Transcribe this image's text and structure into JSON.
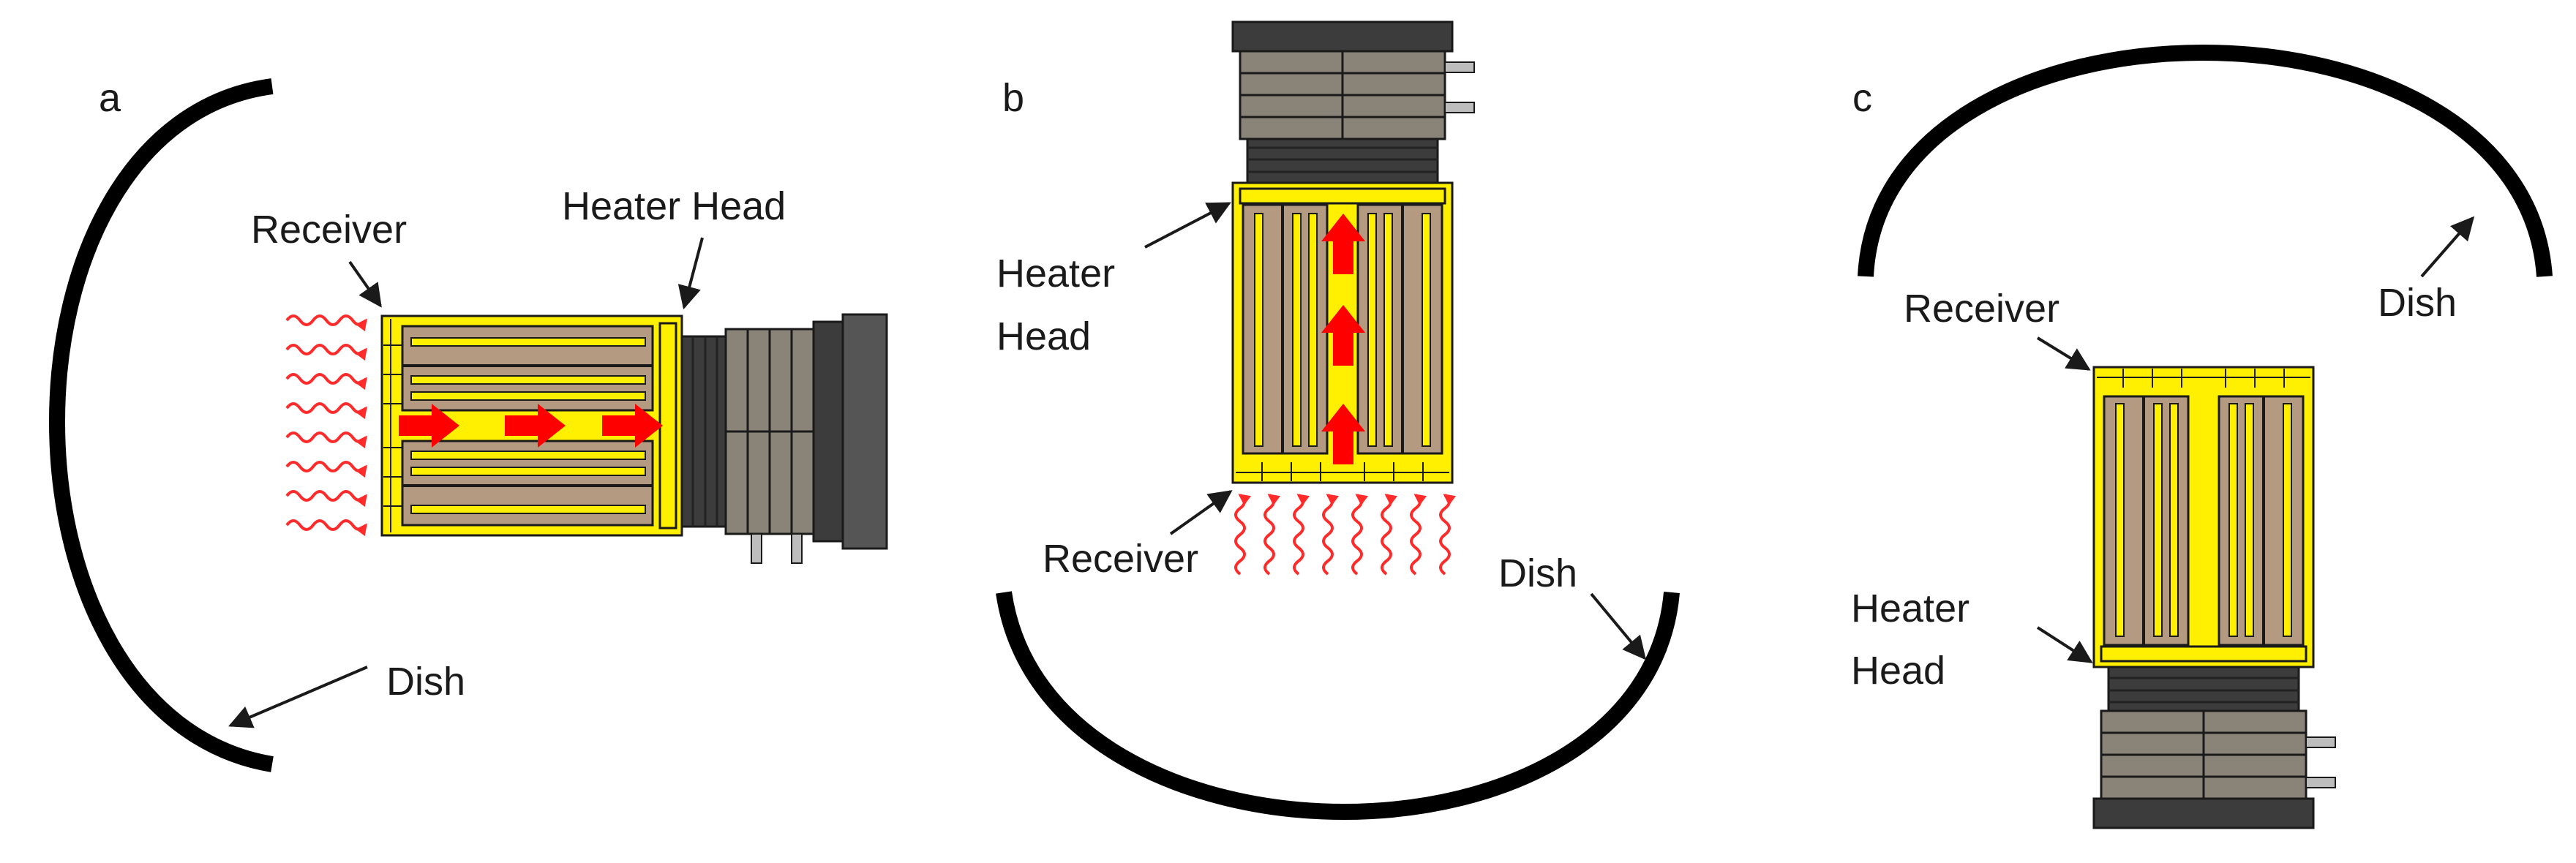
{
  "panels": {
    "a": {
      "letter": "a",
      "receiver_label": "Receiver",
      "heater_label": "Heater Head",
      "dish_label": "Dish"
    },
    "b": {
      "letter": "b",
      "heater_label_line1": "Heater",
      "heater_label_line2": "Head",
      "receiver_label": "Receiver",
      "dish_label": "Dish"
    },
    "c": {
      "letter": "c",
      "receiver_label": "Receiver",
      "heater_label_line1": "Heater",
      "heater_label_line2": "Head",
      "dish_label": "Dish"
    }
  },
  "colors": {
    "dish": "#000000",
    "receiver_yellow": "#ffef00",
    "regenerator_tan": "#b59a82",
    "heat_arrow_red": "#ff0000",
    "radiation_red": "#ff2a2a",
    "engine_dark": "#3c3c3c",
    "engine_body": "#8a8378"
  }
}
